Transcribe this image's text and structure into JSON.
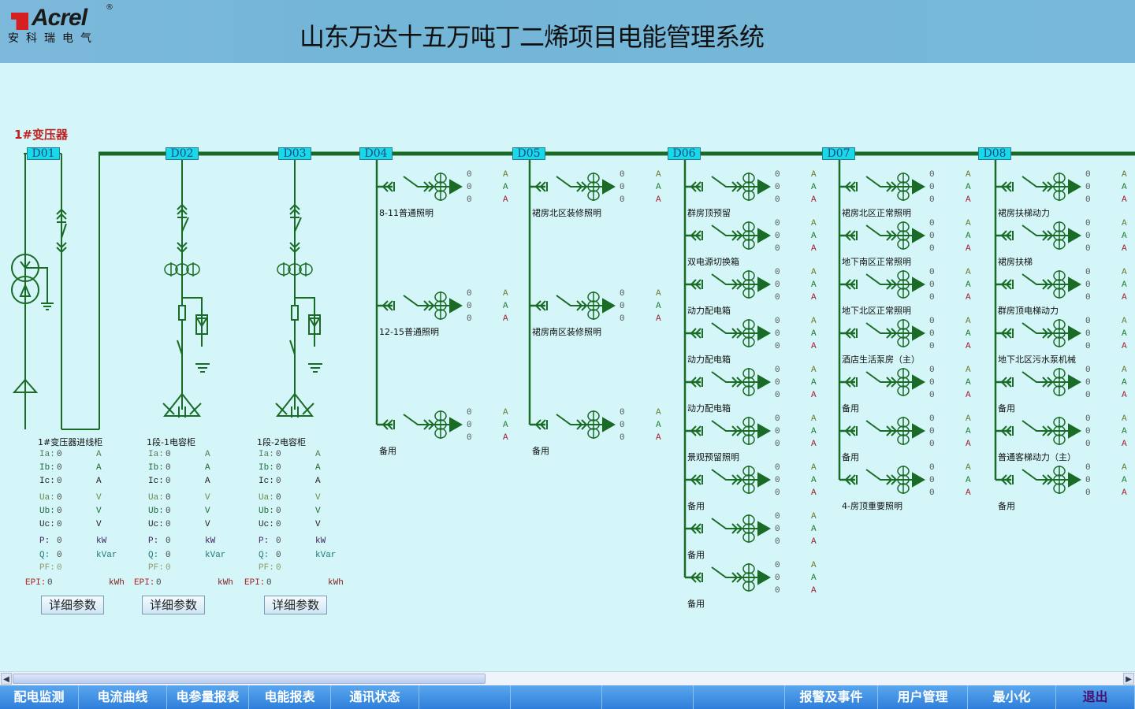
{
  "header": {
    "logo_word": "Acrel",
    "logo_cn": "安科瑞电气",
    "logo_reg": "®",
    "title": "山东万达十五万吨丁二烯项目电能管理系统"
  },
  "transformer_label": "1#变压器",
  "bus_labels": [
    "D01",
    "D02",
    "D03",
    "D04",
    "D05",
    "D06",
    "D07",
    "D08"
  ],
  "panels": [
    {
      "name": "1#变压器进线柜",
      "Ia": "0",
      "Ib": "0",
      "Ic": "0",
      "Ua": "0",
      "Ub": "0",
      "Uc": "0",
      "P": "0",
      "Q": "0",
      "PF": "0",
      "EPI": "0",
      "button": "详细参数"
    },
    {
      "name": "1段-1电容柜",
      "Ia": "0",
      "Ib": "0",
      "Ic": "0",
      "Ua": "0",
      "Ub": "0",
      "Uc": "0",
      "P": "0",
      "Q": "0",
      "PF": "0",
      "EPI": "0",
      "button": "详细参数"
    },
    {
      "name": "1段-2电容柜",
      "Ia": "0",
      "Ib": "0",
      "Ic": "0",
      "Ua": "0",
      "Ub": "0",
      "Uc": "0",
      "P": "0",
      "Q": "0",
      "PF": "0",
      "EPI": "0",
      "button": "详细参数"
    }
  ],
  "panel_labels": {
    "Ia": "Ia:",
    "Ib": "Ib:",
    "Ic": "Ic:",
    "Ua": "Ua:",
    "Ub": "Ub:",
    "Uc": "Uc:",
    "P": "P:",
    "Q": "Q:",
    "PF": "PF:",
    "EPI": "EPI:",
    "uA": "A",
    "uV": "V",
    "uP": "kW",
    "uQ": "kVar",
    "uE": "kWh"
  },
  "feeder_groups": [
    {
      "bus": "D04",
      "spacing": 151,
      "feeders": [
        {
          "name": "8-11普通照明",
          "values": [
            "0",
            "0",
            "0"
          ]
        },
        {
          "name": "12-15普通照明",
          "values": [
            "0",
            "0",
            "0"
          ]
        },
        {
          "name": "备用",
          "values": [
            "0",
            "0",
            "0"
          ]
        }
      ]
    },
    {
      "bus": "D05",
      "spacing": 151,
      "feeders": [
        {
          "name": "裙房北区装修照明",
          "values": [
            "0",
            "0",
            "0"
          ]
        },
        {
          "name": "裙房南区装修照明",
          "values": [
            "0",
            "0",
            "0"
          ]
        },
        {
          "name": "备用",
          "values": [
            "0",
            "0",
            "0"
          ]
        }
      ]
    },
    {
      "bus": "D06",
      "spacing": 62,
      "feeders": [
        {
          "name": "群房顶预留",
          "values": [
            "0",
            "0",
            "0"
          ]
        },
        {
          "name": "双电源切换箱",
          "values": [
            "0",
            "0",
            "0"
          ]
        },
        {
          "name": "动力配电箱",
          "values": [
            "0",
            "0",
            "0"
          ]
        },
        {
          "name": "动力配电箱",
          "values": [
            "0",
            "0",
            "0"
          ]
        },
        {
          "name": "动力配电箱",
          "values": [
            "0",
            "0",
            "0"
          ]
        },
        {
          "name": "景观预留照明",
          "values": [
            "0",
            "0",
            "0"
          ]
        },
        {
          "name": "备用",
          "values": [
            "0",
            "0",
            "0"
          ]
        },
        {
          "name": "备用",
          "values": [
            "0",
            "0",
            "0"
          ]
        },
        {
          "name": "备用",
          "values": [
            "0",
            "0",
            "0"
          ]
        }
      ]
    },
    {
      "bus": "D07",
      "spacing": 62,
      "feeders": [
        {
          "name": "裙房北区正常照明",
          "values": [
            "0",
            "0",
            "0"
          ]
        },
        {
          "name": "地下南区正常照明",
          "values": [
            "0",
            "0",
            "0"
          ]
        },
        {
          "name": "地下北区正常照明",
          "values": [
            "0",
            "0",
            "0"
          ]
        },
        {
          "name": "酒店生活泵房（主）",
          "values": [
            "0",
            "0",
            "0"
          ]
        },
        {
          "name": "备用",
          "values": [
            "0",
            "0",
            "0"
          ]
        },
        {
          "name": "备用",
          "values": [
            "0",
            "0",
            "0"
          ]
        },
        {
          "name": "4-房顶重要照明",
          "values": [
            "0",
            "0",
            "0"
          ]
        }
      ]
    },
    {
      "bus": "D08",
      "spacing": 62,
      "feeders": [
        {
          "name": "裙房扶梯动力",
          "values": [
            "0",
            "0",
            "0"
          ]
        },
        {
          "name": "裙房扶梯",
          "values": [
            "0",
            "0",
            "0"
          ]
        },
        {
          "name": "群房顶电梯动力",
          "values": [
            "0",
            "0",
            "0"
          ]
        },
        {
          "name": "地下北区污水泵机械",
          "values": [
            "0",
            "0",
            "0"
          ]
        },
        {
          "name": "备用",
          "values": [
            "0",
            "0",
            "0"
          ]
        },
        {
          "name": "普通客梯动力（主）",
          "values": [
            "0",
            "0",
            "0"
          ]
        },
        {
          "name": "备用",
          "values": [
            "0",
            "0",
            "0"
          ]
        }
      ]
    }
  ],
  "feeder_unit": "A",
  "nav": {
    "items": [
      "配电监测",
      "电流曲线",
      "电参量报表",
      "电能报表",
      "通讯状态",
      "",
      "",
      "",
      "",
      "报警及事件",
      "用户管理",
      "最小化",
      "退出"
    ]
  },
  "colors": {
    "line": "#1a6b25",
    "bus_label_bg": "#19d8e8",
    "accent_red": "#c02020"
  }
}
